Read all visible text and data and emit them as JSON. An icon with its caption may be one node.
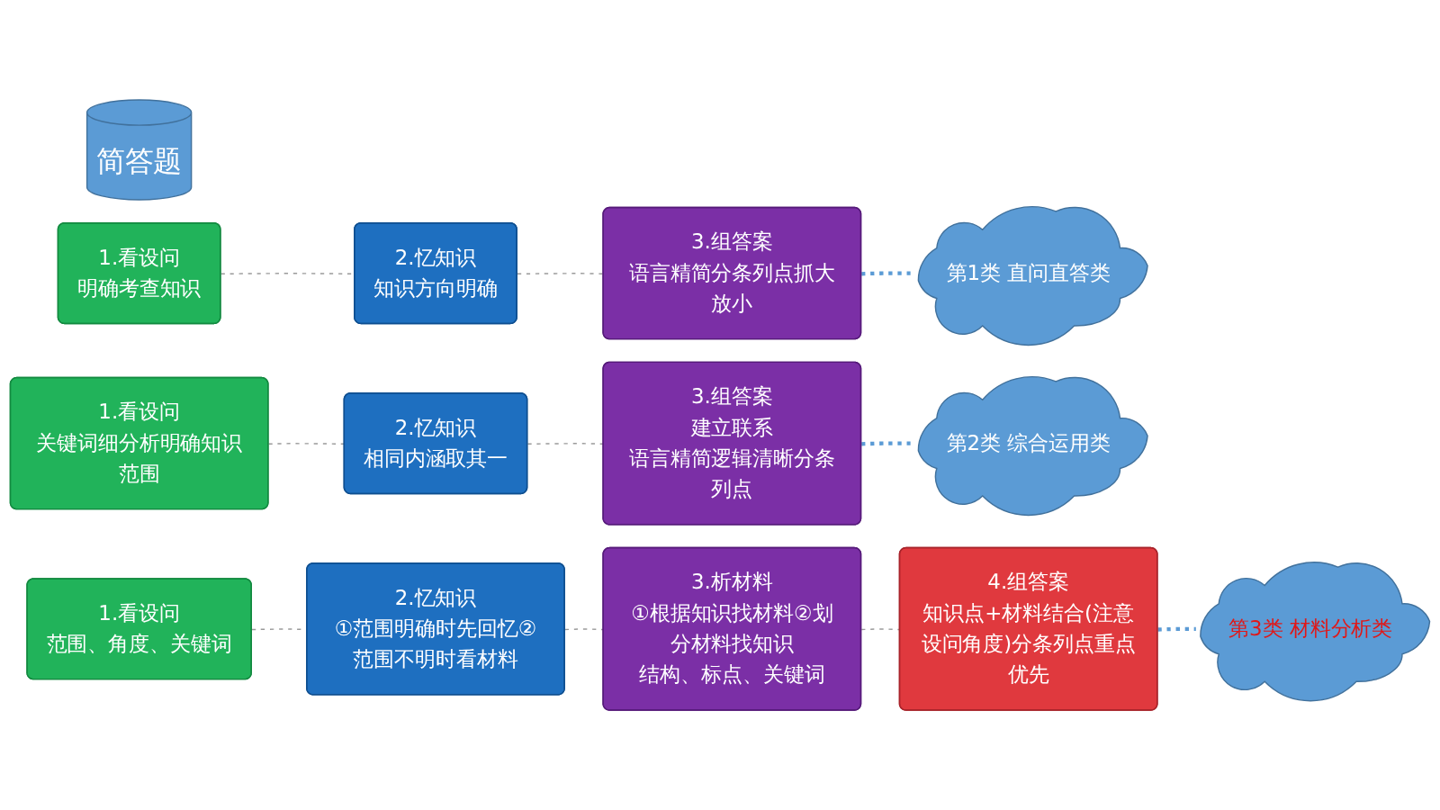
{
  "diagram": {
    "nodes": [
      {
        "text": [
          "简答题"
        ]
      },
      {
        "text": [
          "1.看设问",
          "明确考查知识"
        ]
      },
      {
        "text": [
          "2.忆知识",
          "知识方向明确"
        ]
      },
      {
        "text": [
          "3.组答案",
          "语言精简分条列点抓大放小"
        ]
      },
      {
        "text": [
          "第1类 直问直答类"
        ]
      },
      {
        "text": [
          "1.看设问",
          "关键词细分析明确知识范围"
        ]
      },
      {
        "text": [
          "2.忆知识",
          "相同内涵取其一"
        ]
      },
      {
        "text": [
          "3.组答案",
          "建立联系",
          "语言精简逻辑清晰分条列点"
        ]
      },
      {
        "text": [
          "第2类 综合运用类"
        ]
      },
      {
        "text": [
          "1.看设问",
          "范围、角度、关键词"
        ]
      },
      {
        "text": [
          "2.忆知识",
          "①范围明确时先回忆②范围不明时看材料"
        ]
      },
      {
        "text": [
          "3.析材料",
          "①根据知识找材料②划分材料找知识",
          "结构、标点、关键词"
        ]
      },
      {
        "text": [
          "4.组答案",
          "知识点+材料结合(注意设问角度)分条列点重点优先"
        ]
      },
      {
        "text": [
          "第3类 材料分析类"
        ]
      }
    ],
    "edges": [
      {
        "from": 1,
        "to": 2,
        "arrow": "none",
        "style": "dashed"
      },
      {
        "from": 2,
        "to": 3,
        "arrow": "none",
        "style": "dashed"
      },
      {
        "from": 3,
        "to": 4,
        "arrow": "none",
        "style": "dashed",
        "color": "#5b9bd5"
      },
      {
        "from": 5,
        "to": 6,
        "arrow": "none",
        "style": "dashed"
      },
      {
        "from": 6,
        "to": 7,
        "arrow": "none",
        "style": "dashed"
      },
      {
        "from": 7,
        "to": 8,
        "arrow": "none",
        "style": "dashed",
        "color": "#5b9bd5"
      },
      {
        "from": 9,
        "to": 10,
        "arrow": "none",
        "style": "dashed"
      },
      {
        "from": 10,
        "to": 11,
        "arrow": "none",
        "style": "dashed"
      },
      {
        "from": 11,
        "to": 12,
        "arrow": "none",
        "style": "dashed"
      },
      {
        "from": 12,
        "to": 13,
        "arrow": "none",
        "style": "dashed",
        "color": "#5b9bd5"
      }
    ]
  }
}
